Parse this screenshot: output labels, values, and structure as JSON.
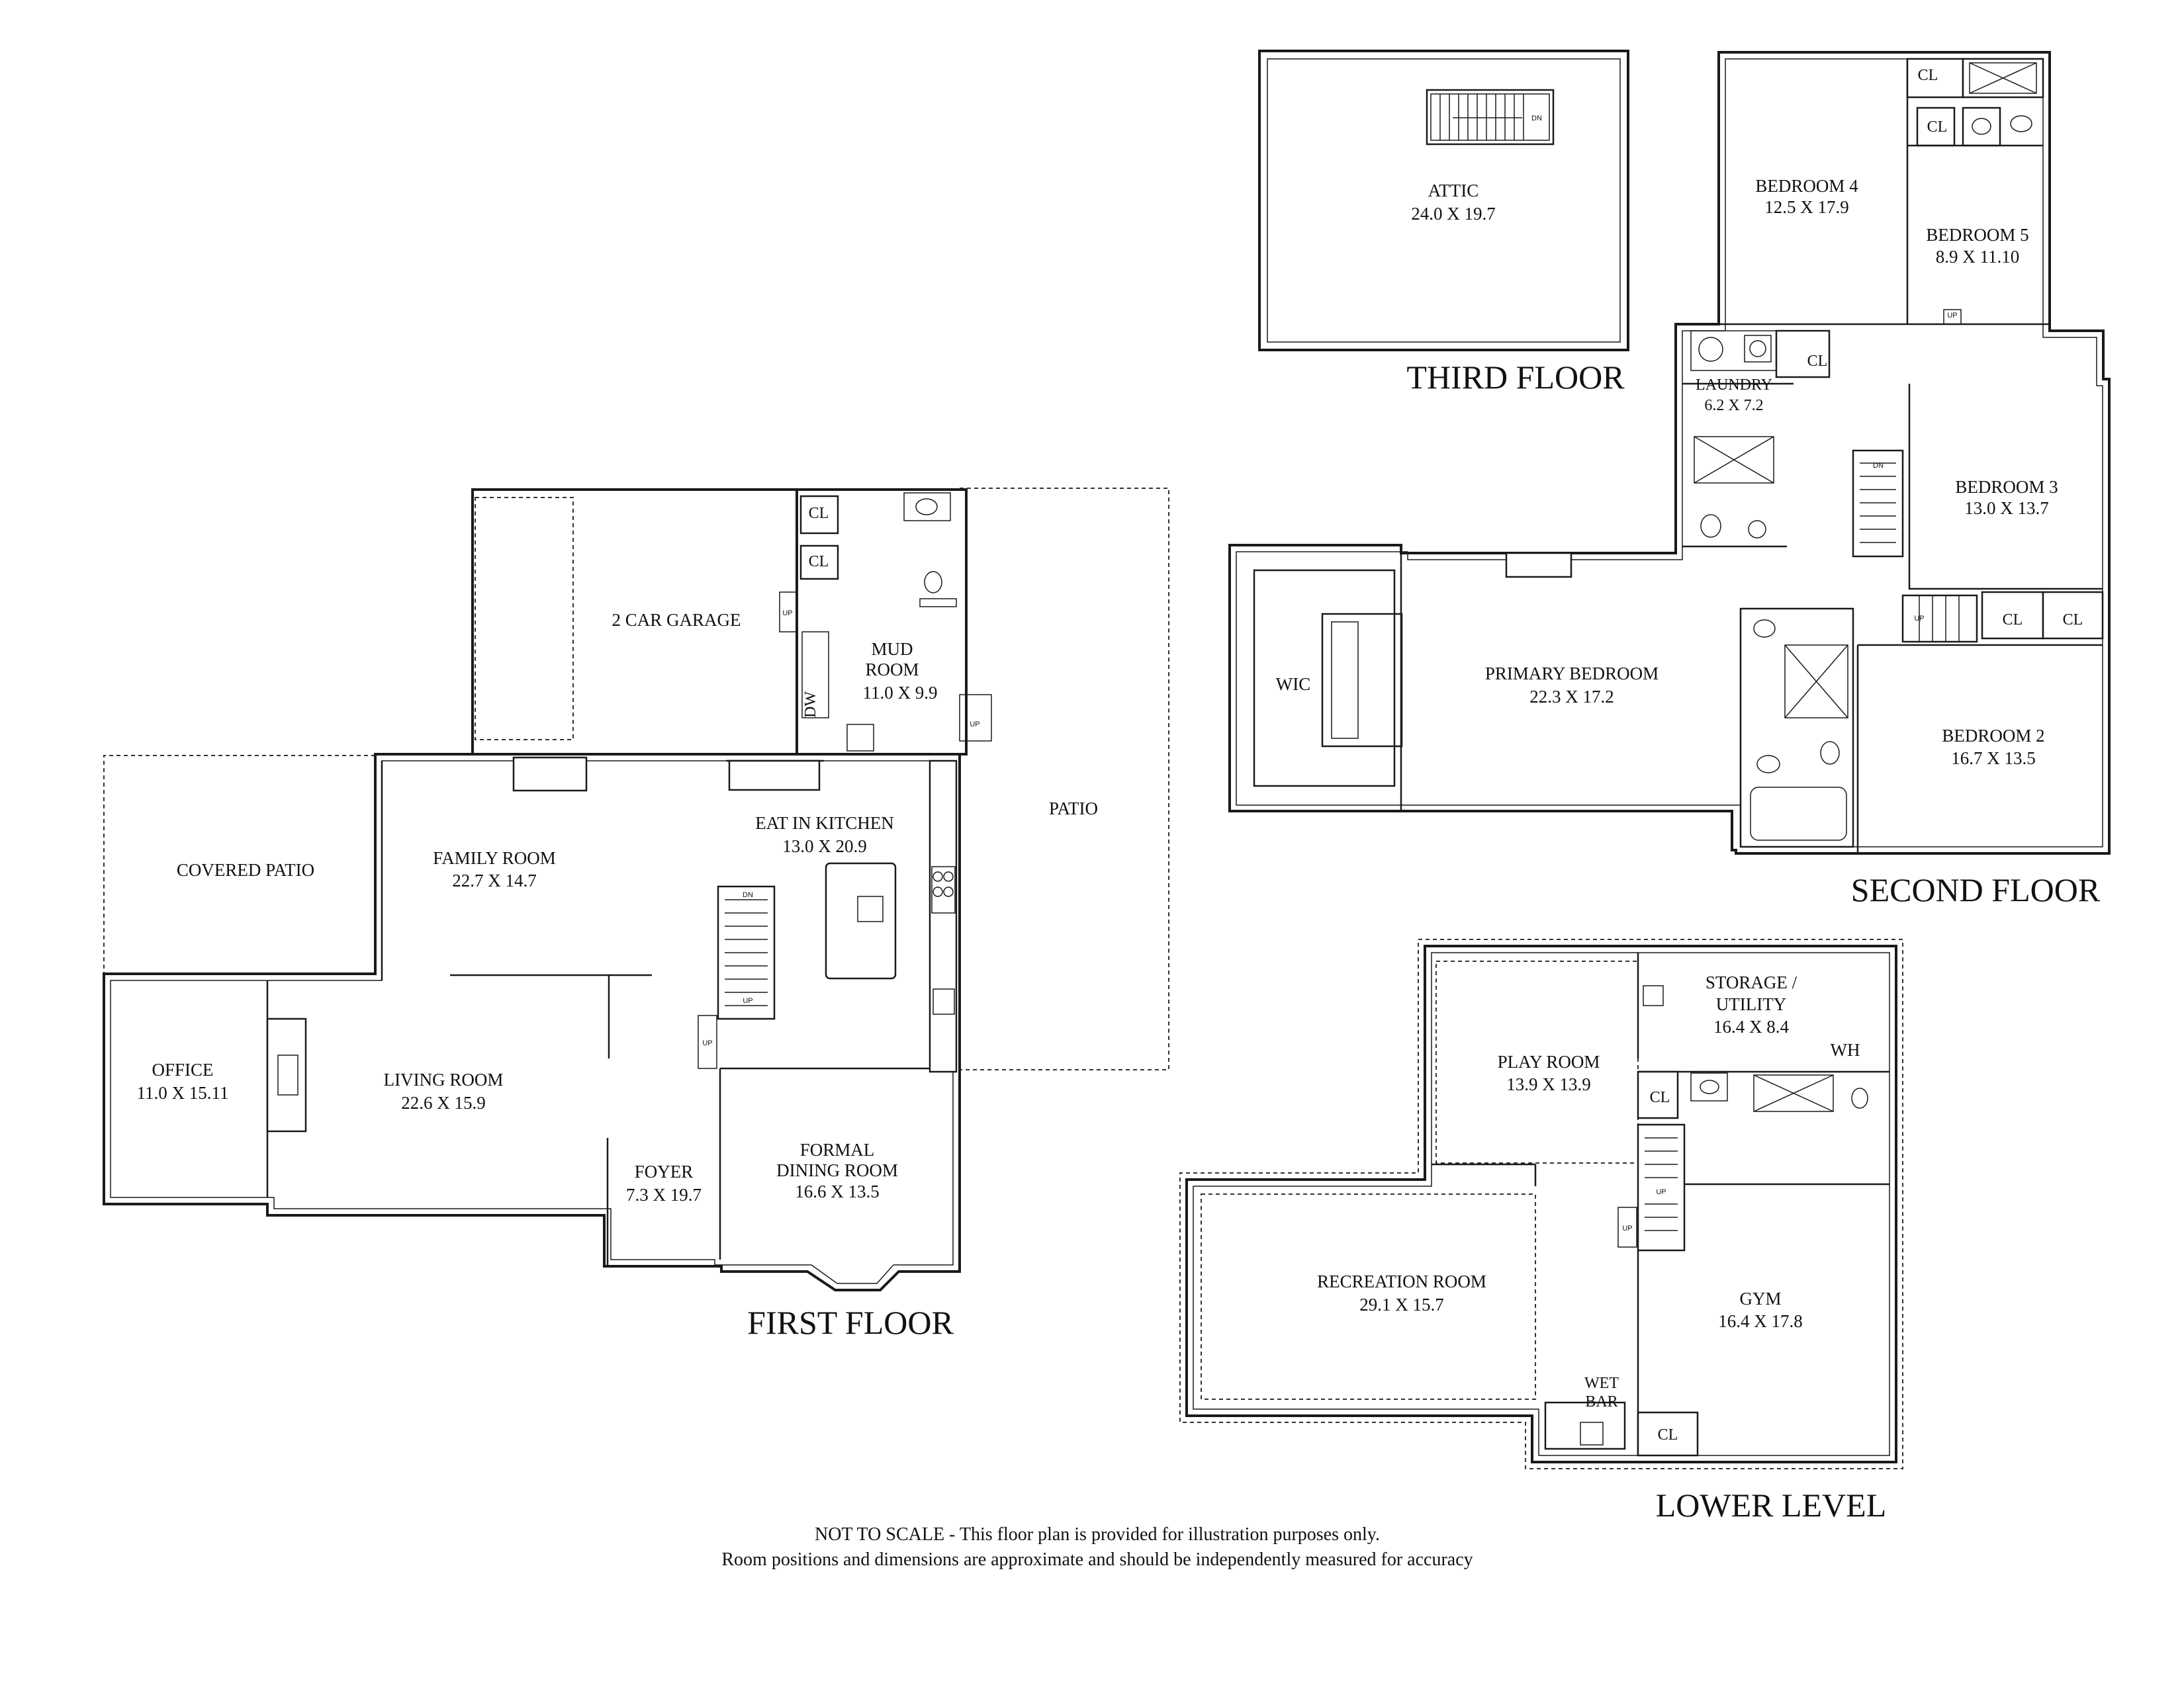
{
  "floors": {
    "first": "FIRST FLOOR",
    "second": "SECOND FLOOR",
    "third": "THIRD FLOOR",
    "lower": "LOWER LEVEL"
  },
  "first_floor": {
    "garage": {
      "name": "2 CAR GARAGE"
    },
    "mud_room": {
      "name_line1": "MUD",
      "name_line2": "ROOM",
      "dims": "11.0 X  9.9"
    },
    "patio": {
      "name": "PATIO"
    },
    "covered_patio": {
      "name": "COVERED PATIO"
    },
    "family_room": {
      "name": "FAMILY ROOM",
      "dims": "22.7 X 14.7"
    },
    "kitchen": {
      "name": "EAT IN KITCHEN",
      "dims": "13.0 X 20.9"
    },
    "office": {
      "name": "OFFICE",
      "dims": "11.0 X 15.11"
    },
    "living_room": {
      "name": "LIVING ROOM",
      "dims": "22.6 X 15.9"
    },
    "foyer": {
      "name": "FOYER",
      "dims": "7.3 X 19.7"
    },
    "dining_room": {
      "name_line1": "FORMAL",
      "name_line2": "DINING ROOM",
      "dims": "16.6 X 13.5"
    },
    "closet_labels": [
      "CL",
      "CL"
    ],
    "dw": "DW",
    "stair_marks": [
      "UP",
      "UP",
      "DN",
      "UP",
      "UP"
    ]
  },
  "third_floor": {
    "attic": {
      "name": "ATTIC",
      "dims": "24.0 X 19.7"
    },
    "stair_mark": "DN"
  },
  "second_floor": {
    "bedroom4": {
      "name": "BEDROOM 4",
      "dims": "12.5 X 17.9"
    },
    "bedroom5": {
      "name": "BEDROOM 5",
      "dims": "8.9 X 11.10"
    },
    "laundry": {
      "name": "LAUNDRY",
      "dims": "6.2 X 7.2"
    },
    "bedroom3": {
      "name": "BEDROOM 3",
      "dims": "13.0 X 13.7"
    },
    "primary": {
      "name": "PRIMARY BEDROOM",
      "dims": "22.3 X 17.2"
    },
    "wic": {
      "name": "WIC"
    },
    "bedroom2": {
      "name": "BEDROOM 2",
      "dims": "16.7 X 13.5"
    },
    "closet_labels": [
      "CL",
      "CL",
      "CL",
      "CL",
      "CL"
    ],
    "stair_marks": [
      "UP",
      "DN",
      "UP"
    ]
  },
  "lower_level": {
    "play_room": {
      "name": "PLAY ROOM",
      "dims": "13.9 X 13.9"
    },
    "storage": {
      "name_line1": "STORAGE /",
      "name_line2": "UTILITY",
      "dims": "16.4 X 8.4"
    },
    "wh": "WH",
    "recreation": {
      "name": "RECREATION ROOM",
      "dims": "29.1 X 15.7"
    },
    "gym": {
      "name": "GYM",
      "dims": "16.4 X 17.8"
    },
    "wet_bar": {
      "line1": "WET",
      "line2": "BAR"
    },
    "closet_labels": [
      "CL",
      "CL"
    ],
    "stair_marks": [
      "UP",
      "UP"
    ]
  },
  "disclaimer": {
    "line1": "NOT TO SCALE - This floor plan is provided for illustration purposes only.",
    "line2": "Room positions and dimensions are approximate and should be independently measured for accuracy"
  }
}
